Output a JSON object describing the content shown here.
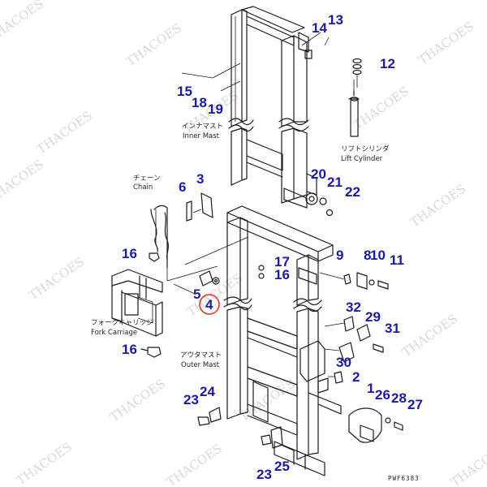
{
  "colors": {
    "callout": "#1a1aa8",
    "line": "#1a1a1a",
    "highlight": "#d93a26",
    "watermark": "#cfcfcf"
  },
  "watermark": "THACOES",
  "drawing_code": "PWF6383",
  "labels": {
    "inner_mast_jp": "インナマスト",
    "inner_mast_en": "Inner Mast",
    "lift_cyl_jp": "リフトシリンダ",
    "lift_cyl_en": "Lift Cylinder",
    "chain_jp": "チェーン",
    "chain_en": "Chain",
    "fork_carriage_jp": "フォークキャリッジ",
    "fork_carriage_en": "Fork Carriage",
    "outer_mast_jp": "アウタマスト",
    "outer_mast_en": "Outer Mast"
  },
  "callouts": [
    "13",
    "14",
    "12",
    "15",
    "18",
    "19",
    "20",
    "21",
    "22",
    "6",
    "3",
    "16",
    "17",
    "16",
    "9",
    "8",
    "10",
    "11",
    "5",
    "4",
    "32",
    "29",
    "31",
    "30",
    "2",
    "16",
    "1",
    "26",
    "28",
    "27",
    "23",
    "24",
    "23",
    "25"
  ],
  "highlighted_callout": "4"
}
